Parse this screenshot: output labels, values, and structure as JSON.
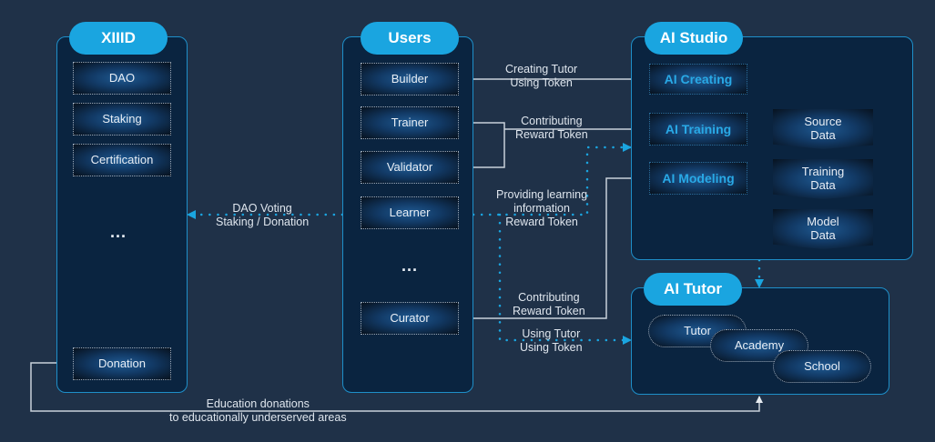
{
  "colors": {
    "background": "#1f3148",
    "panel": "#0a2440",
    "panel_border": "#1e8fc9",
    "pill": "#1aa5e0",
    "ai_text": "#29a9e6",
    "wire": "#c9d1da",
    "dotted_wire": "#1aa5e0"
  },
  "xiiid": {
    "title": "XIIID",
    "items": [
      "DAO",
      "Staking",
      "Certification"
    ],
    "ellipsis": "...",
    "bottom_item": "Donation"
  },
  "users": {
    "title": "Users",
    "items": [
      "Builder",
      "Trainer",
      "Validator",
      "Learner"
    ],
    "ellipsis": "...",
    "bottom_item": "Curator"
  },
  "ai_studio": {
    "title": "AI Studio",
    "processes": [
      "AI Creating",
      "AI Training",
      "AI Modeling"
    ],
    "data_stores": [
      {
        "line1": "Source",
        "line2": "Data"
      },
      {
        "line1": "Training",
        "line2": "Data"
      },
      {
        "line1": "Model",
        "line2": "Data"
      }
    ]
  },
  "ai_tutor": {
    "title": "AI Tutor",
    "items": [
      "Tutor",
      "Academy",
      "School"
    ]
  },
  "flows": {
    "creating": {
      "line1": "Creating Tutor",
      "line2": "Using Token"
    },
    "contributing_top": {
      "line1": "Contributing",
      "line2": "Reward Token"
    },
    "providing": {
      "line1": "Providing learning",
      "line2": "information",
      "line3": "Reward Token"
    },
    "dao": {
      "line1": "DAO Voting",
      "line2": "Staking / Donation"
    },
    "contributing_bottom": {
      "line1": "Contributing",
      "line2": "Reward Token"
    },
    "using_tutor": {
      "line1": "Using Tutor",
      "line2": "Using Token"
    },
    "donations": {
      "line1": "Education donations",
      "line2": "to educationally underserved areas"
    }
  }
}
